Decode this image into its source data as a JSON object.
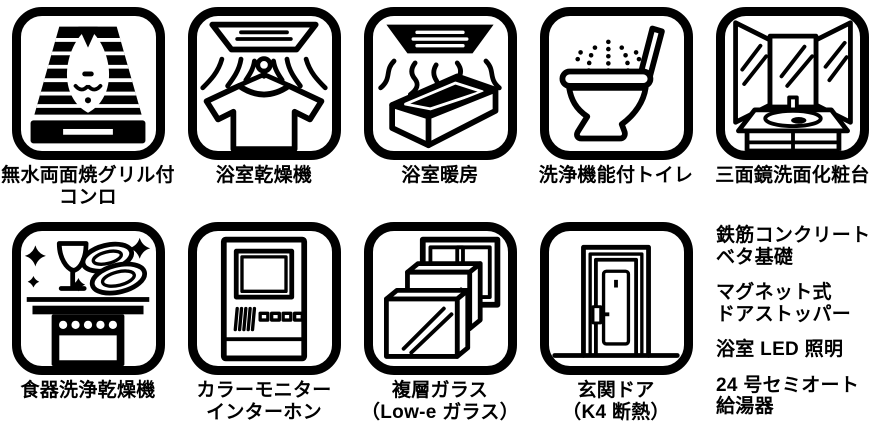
{
  "page": {
    "background": "#ffffff",
    "ink": "#000000",
    "description_ja": "住宅設備アイコン一覧"
  },
  "grid": {
    "items": [
      {
        "id": "grill",
        "icon": "grill-icon",
        "label_lines": [
          "無水両面焼グリル付",
          "コンロ"
        ]
      },
      {
        "id": "bath-dryer",
        "icon": "bath-dryer-icon",
        "label_lines": [
          "浴室乾燥機"
        ]
      },
      {
        "id": "bath-heater",
        "icon": "bath-heater-icon",
        "label_lines": [
          "浴室暖房"
        ]
      },
      {
        "id": "washlet",
        "icon": "washlet-toilet-icon",
        "label_lines": [
          "洗浄機能付トイレ"
        ]
      },
      {
        "id": "vanity",
        "icon": "triple-mirror-vanity-icon",
        "label_lines": [
          "三面鏡洗面化粧台"
        ]
      },
      {
        "id": "dishwasher",
        "icon": "dishwasher-icon",
        "label_lines": [
          "食器洗浄乾燥機"
        ]
      },
      {
        "id": "intercom",
        "icon": "color-monitor-intercom-icon",
        "label_lines": [
          "カラーモニター",
          "インターホン"
        ]
      },
      {
        "id": "glass",
        "icon": "double-glazing-icon",
        "label_lines": [
          "複層ガラス",
          "（Low-e ガラス）"
        ]
      },
      {
        "id": "door",
        "icon": "entrance-door-icon",
        "label_lines": [
          "玄関ドア",
          "（K4 断熱）"
        ]
      }
    ]
  },
  "feature_list": {
    "items": [
      {
        "lines": [
          "鉄筋コンクリート",
          "ベタ基礎"
        ]
      },
      {
        "lines": [
          "マグネット式",
          "ドアストッパー"
        ]
      },
      {
        "lines": [
          "浴室 LED 照明"
        ]
      },
      {
        "lines": [
          "24 号セミオート",
          "給湯器"
        ]
      }
    ]
  }
}
